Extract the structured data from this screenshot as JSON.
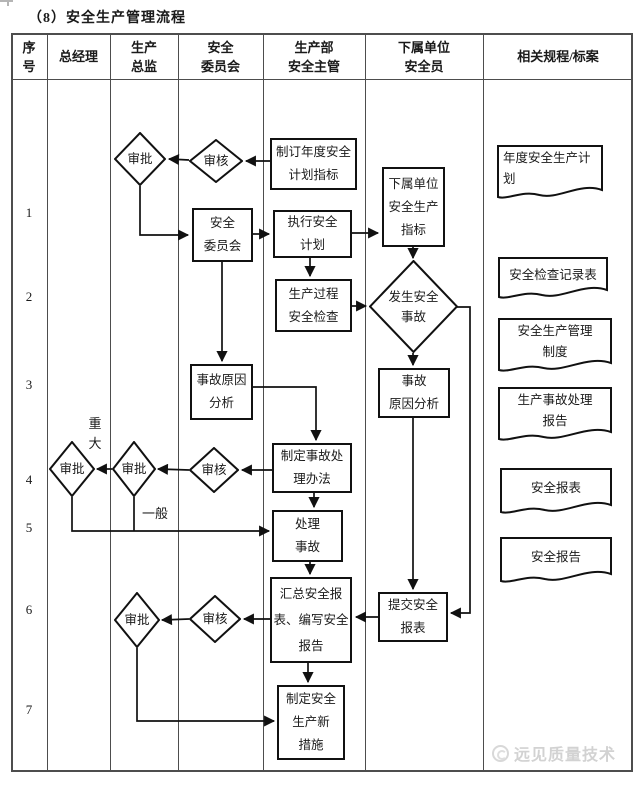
{
  "title": "（8）安全生产管理流程",
  "table": {
    "headers": [
      "序\n号",
      "总经理",
      "生产\n总监",
      "安全\n委员会",
      "生产部\n安全主管",
      "下属单位\n安全员",
      "相关规程/标案"
    ],
    "row_numbers": [
      "1",
      "2",
      "3",
      "4",
      "5",
      "6",
      "7"
    ]
  },
  "flow": {
    "nodes": {
      "plan": "制订年度安全\n计划指标",
      "committee": "安全\n委员会",
      "execute": "执行安全\n计划",
      "target": "下属单位\n安全生产\n指标",
      "check": "生产过程\n安全检查",
      "cause_committee": "事故原因\n分析",
      "cause_unit": "事故\n原因分析",
      "method": "制定事故处\n理办法",
      "handle": "处理\n事故",
      "summary": "汇总安全报\n表、编写安全\n报告",
      "submit": "提交安全\n报表",
      "measure": "制定安全\n生产新\n措施"
    },
    "decisions": {
      "approve_r1": "审批",
      "review_r1": "审核",
      "accident": "发生安全\n事故",
      "approve_gm": "审批",
      "approve_pd": "审批",
      "review_r4": "审核",
      "approve_r6": "审批",
      "review_r6": "审核"
    },
    "branch_labels": {
      "major": "重\n大",
      "general": "一般"
    },
    "documents": {
      "annual_plan": "年度安全生产计\n划",
      "check_record": "安全检查记录表",
      "mgmt_system": "安全生产管理\n制度",
      "accident_report": "生产事故处理\n报告",
      "safety_form": "安全报表",
      "safety_report": "安全报告"
    }
  },
  "watermark": {
    "text": "远见质量技术"
  },
  "colors": {
    "shape_border": "#111111",
    "grid_line": "#4d4d4d",
    "text": "#1a1a1a",
    "watermark": "#d2d2d2",
    "background": "#ffffff"
  }
}
